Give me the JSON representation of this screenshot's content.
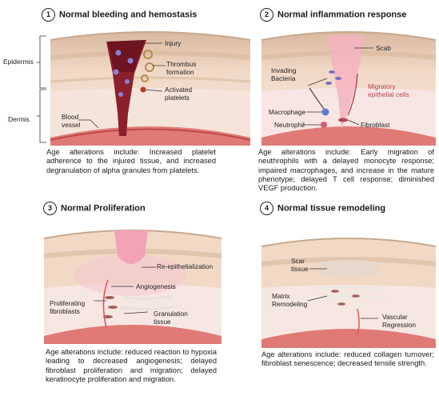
{
  "side_labels": {
    "epidermis": "Epidermis",
    "dermis": "Dermis"
  },
  "panels": [
    {
      "number": "1",
      "title": "Normal bleeding and hemostasis",
      "labels": {
        "injury": "Injury",
        "thrombus": "Thrombus\nformation",
        "platelets": "Activated\nplatelets",
        "vessel": "Blood\nvessel"
      },
      "caption": "Age alterations include: Increased platelet adherence to the injured tissue, and increased degranulation of alpha granules from platelets."
    },
    {
      "number": "2",
      "title": "Normal inflammation response",
      "labels": {
        "scab": "Scab",
        "bacteria": "Invading\nBacteria",
        "migratory": "Migratory\nepithelial cells",
        "macrophage": "Macrophage",
        "neutrophil": "Neutrophil",
        "fibroblast": "Fibroblast"
      },
      "caption": "Age alterations include: Early migration of neuthrophils with a delayed monocyte response; impaired macrophages, and increase in the mature phenotype; delayed T cell response; diminished VEGF production."
    },
    {
      "number": "3",
      "title": "Normal Proliferation",
      "labels": {
        "reepi": "Re-epithelialization",
        "angio": "Angiogenesis",
        "prolif": "Proliferating\nfibroblasts",
        "granulation": "Granulation\ntissue"
      },
      "caption": "Age alterations include: reduced reaction to hypoxia leading to decreased angiogenesis; delayed fibroblast proliferation and migration; delayed keratinocyte proliferation and migration."
    },
    {
      "number": "4",
      "title": "Normal tissue remodeling",
      "labels": {
        "scar": "Scar\ntissue",
        "matrix": "Matrix\nRemodeling",
        "vascular": "Vascular\nRegression"
      },
      "caption": "Age alterations include: reduced collagen turnover; fibroblast senescence; decreased tensile strength."
    }
  ],
  "colors": {
    "skin_top": "#f2dcc8",
    "skin_band": "#e6c4a8",
    "dermis": "#f4e4d8",
    "vessel": "#d96b6b",
    "blood": "#8b1a2b",
    "scab": "#f0a7b8"
  }
}
